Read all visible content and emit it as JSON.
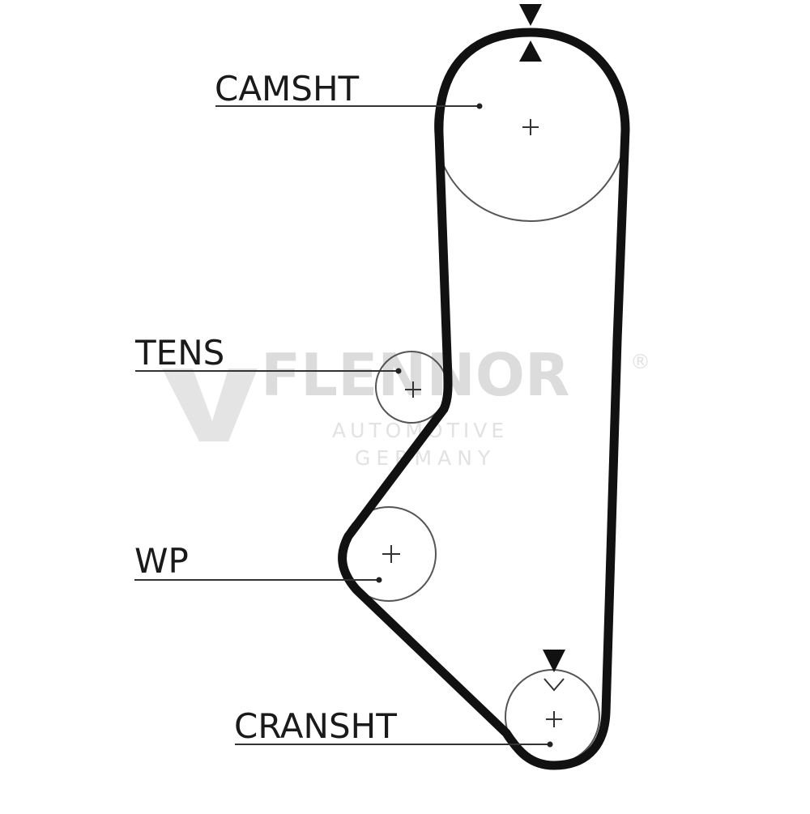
{
  "labels": {
    "camshaft": "CAMSHT",
    "tensioner": "TENS",
    "water_pump": "WP",
    "crankshaft": "CRANSHT"
  },
  "watermark": {
    "brand": "FLENNOR",
    "registered": "®",
    "line1": "AUTOMOTIVE",
    "line2": "GERMANY"
  },
  "colors": {
    "belt": "#111111",
    "pulley_outline": "#555555",
    "label_text": "#1a1a1a",
    "watermark": "#dcdcdc"
  }
}
